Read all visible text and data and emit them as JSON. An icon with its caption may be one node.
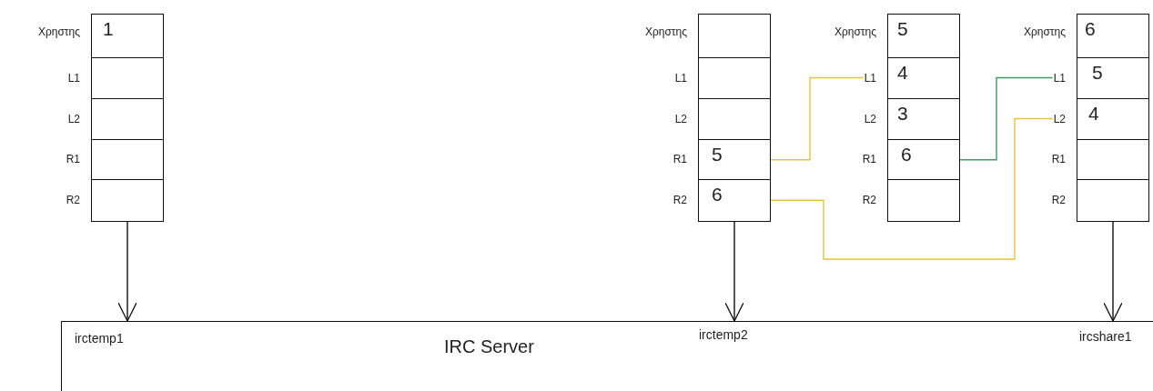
{
  "diagram": {
    "nodes": [
      {
        "text": [
          "Χρηστης"
        ]
      },
      {
        "text": [
          "1"
        ]
      },
      {
        "text": [
          "L1"
        ]
      },
      {
        "text": [],
        "shape": "box"
      },
      {
        "text": [
          "L2"
        ]
      },
      {
        "text": [],
        "shape": "box"
      },
      {
        "text": [
          "R1"
        ]
      },
      {
        "text": [],
        "shape": "box"
      },
      {
        "text": [
          "R2"
        ]
      },
      {
        "text": [],
        "shape": "box"
      },
      {
        "text": [
          "Χρηστης"
        ]
      },
      {
        "text": [],
        "shape": "box"
      },
      {
        "text": [
          "L1"
        ]
      },
      {
        "text": [],
        "shape": "box"
      },
      {
        "text": [
          "L2"
        ]
      },
      {
        "text": [],
        "shape": "box"
      },
      {
        "text": [
          "R1"
        ]
      },
      {
        "text": [
          "5"
        ]
      },
      {
        "text": [
          "R2"
        ]
      },
      {
        "text": [
          "6"
        ]
      },
      {
        "text": [
          "Χρηστης"
        ]
      },
      {
        "text": [
          "5"
        ]
      },
      {
        "text": [
          "L1"
        ]
      },
      {
        "text": [
          "4"
        ]
      },
      {
        "text": [
          "L2"
        ]
      },
      {
        "text": [
          "3"
        ]
      },
      {
        "text": [
          "R1"
        ]
      },
      {
        "text": [
          "6"
        ]
      },
      {
        "text": [
          "R2"
        ]
      },
      {
        "text": [],
        "shape": "box"
      },
      {
        "text": [
          "Χρηστης"
        ]
      },
      {
        "text": [
          "6"
        ]
      },
      {
        "text": [
          "L1"
        ]
      },
      {
        "text": [
          "5"
        ]
      },
      {
        "text": [
          "L2"
        ]
      },
      {
        "text": [
          "4"
        ]
      },
      {
        "text": [
          "R1"
        ]
      },
      {
        "text": [],
        "shape": "box"
      },
      {
        "text": [
          "R2"
        ]
      },
      {
        "text": [],
        "shape": "box"
      },
      {
        "text": [
          "irctemp1",
          "IRC Server",
          "irctemp2",
          "ircshare1"
        ]
      }
    ],
    "edges": [
      {
        "from": 9,
        "to": 40,
        "arrow": "to"
      },
      {
        "from": 19,
        "to": 40,
        "arrow": "to"
      },
      {
        "from": 39,
        "to": 40,
        "arrow": "to"
      },
      {
        "from": 17,
        "to": 22,
        "arrow": "none",
        "color": "#e6c23a"
      },
      {
        "from": 19,
        "to": 34,
        "arrow": "none",
        "color": "#e6c23a"
      },
      {
        "from": 27,
        "to": 32,
        "arrow": "none",
        "color": "#3f9a62"
      }
    ]
  }
}
